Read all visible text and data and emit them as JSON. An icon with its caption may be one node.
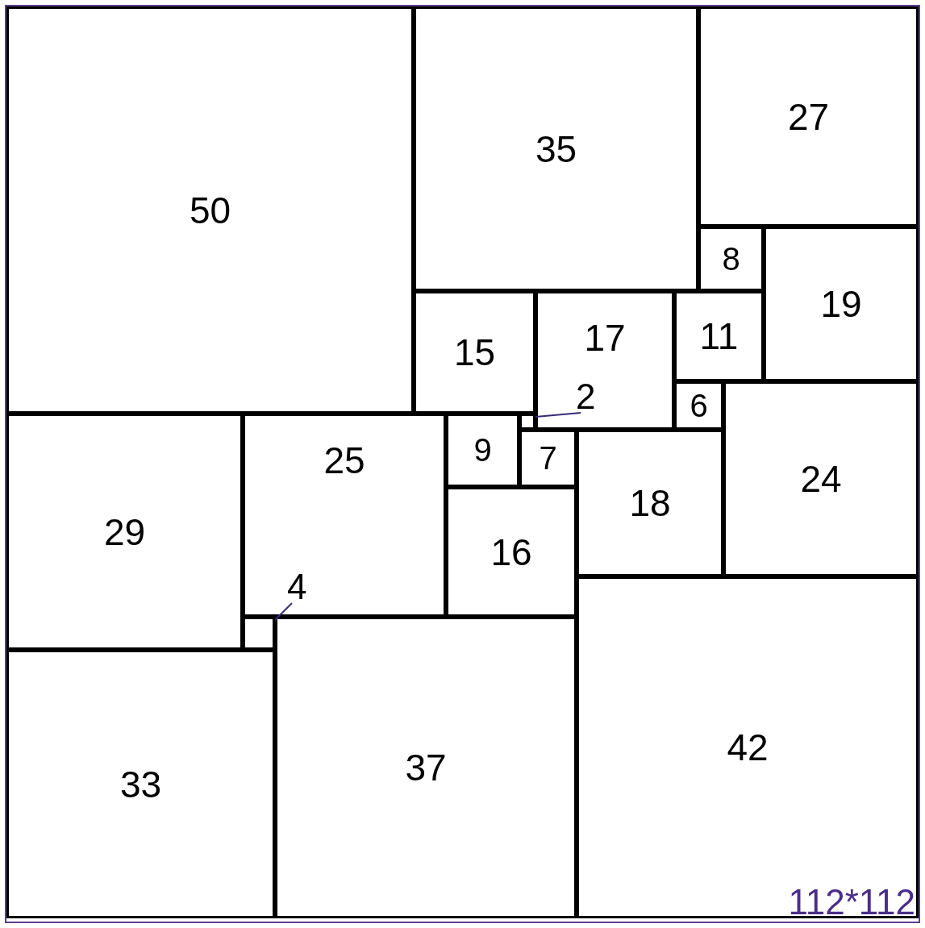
{
  "diagram": {
    "nodes": [
      {
        "text": [
          "50"
        ]
      },
      {
        "text": [
          "35"
        ]
      },
      {
        "text": [
          "27"
        ]
      },
      {
        "text": [
          "8"
        ]
      },
      {
        "text": [
          "19"
        ]
      },
      {
        "text": [
          "15"
        ]
      },
      {
        "text": [
          "17"
        ]
      },
      {
        "text": [
          "11"
        ]
      },
      {
        "text": [
          "6"
        ]
      },
      {
        "text": [
          "24"
        ]
      },
      {
        "text": [
          "29"
        ]
      },
      {
        "text": [
          "25"
        ]
      },
      {
        "text": [
          "9"
        ]
      },
      {
        "text": [
          "2"
        ],
        "in": 6
      },
      {
        "text": [],
        "shape": "box"
      },
      {
        "text": [
          "7"
        ]
      },
      {
        "text": [
          "18"
        ]
      },
      {
        "text": [
          "16"
        ]
      },
      {
        "text": [
          "42"
        ]
      },
      {
        "text": [
          "4"
        ],
        "in": 11
      },
      {
        "text": [],
        "shape": "box"
      },
      {
        "text": [
          "37"
        ]
      },
      {
        "text": [
          "33"
        ]
      }
    ],
    "edges": [
      {
        "from": 13,
        "to": 14,
        "arrow": "none"
      },
      {
        "from": 19,
        "to": 20,
        "arrow": "none"
      }
    ],
    "labels": [
      "112*112"
    ]
  }
}
